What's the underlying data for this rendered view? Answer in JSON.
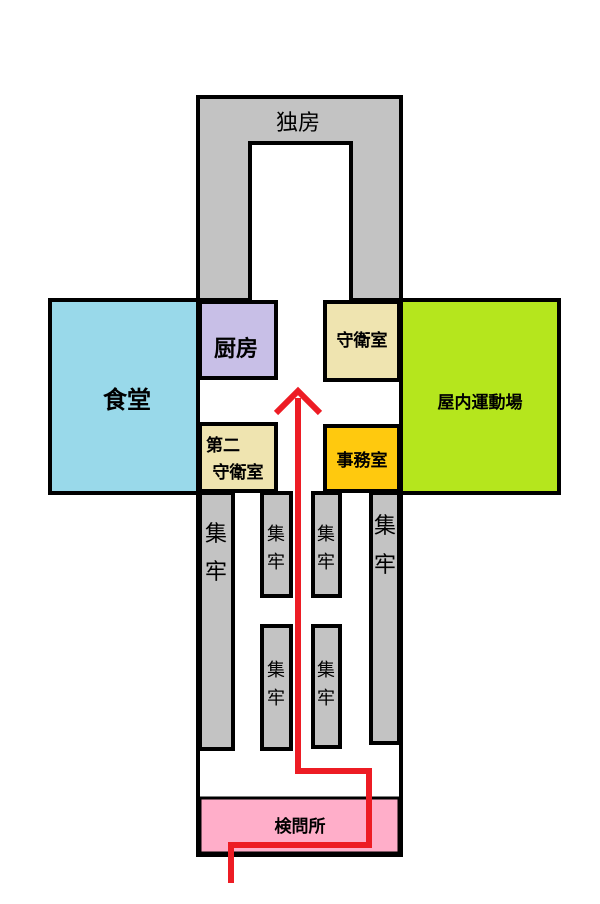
{
  "rooms": {
    "solitary": "独房",
    "kitchen": "厨房",
    "guard_room": "守衛室",
    "dining": "食堂",
    "indoor_gym": "屋内運動場",
    "second_guard_l1": "第二",
    "second_guard_l2": "守衛室",
    "office": "事務室",
    "check": "検問所",
    "cell_l1": "集",
    "cell_l2": "牢"
  },
  "colors": {
    "cell": "#c3c3c3",
    "dining": "#99d9ea",
    "gym": "#b5e61d",
    "kitchen": "#c8bfe7",
    "guard": "#efe4b0",
    "office": "#ffc90e",
    "check": "#ffaec9",
    "route": "#ed1c24"
  }
}
